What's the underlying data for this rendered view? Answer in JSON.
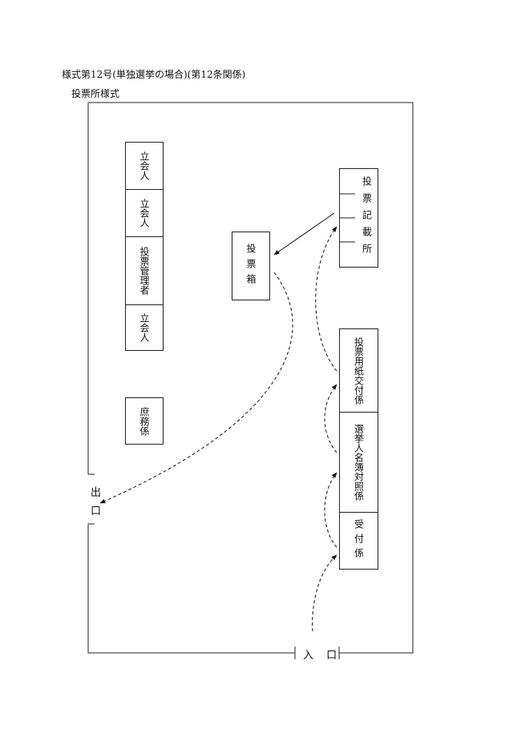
{
  "header": {
    "form_title": "様式第12号(単独選挙の場合)(第12条関係)",
    "subtitle": "投票所様式"
  },
  "left_column": {
    "witness_1": "立会人",
    "witness_2": "立会人",
    "manager": "投票管理者",
    "witness_3": "立会人"
  },
  "general_affairs": "庶務係",
  "ballot_box": "投票箱",
  "writing_station": "投票記載所",
  "right_column": {
    "ballot_issuing": "投票用紙交付係",
    "register_check": "選挙人名簿対照係",
    "reception": "受付係"
  },
  "exit": {
    "char1": "出",
    "char2": "口"
  },
  "entrance": "入 口"
}
